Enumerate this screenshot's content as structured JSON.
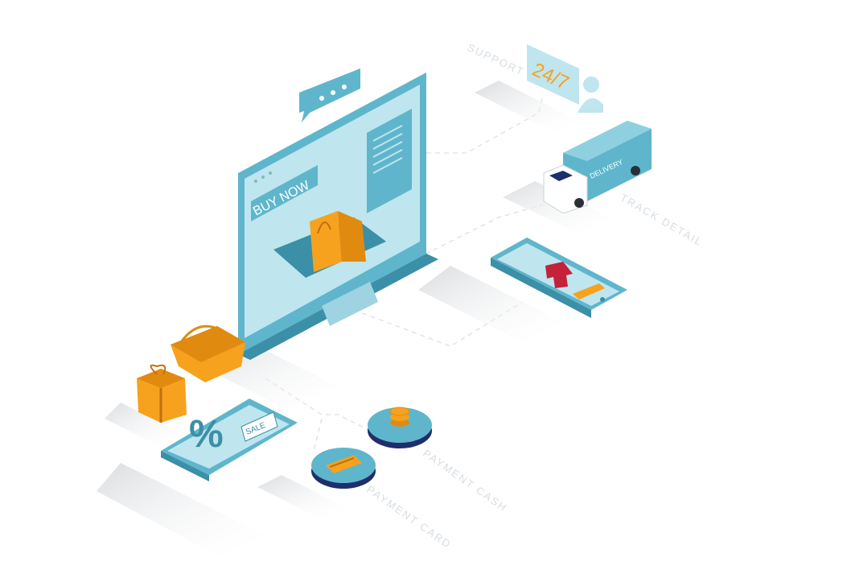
{
  "screen": {
    "buy_now": "BUY NOW"
  },
  "support": {
    "label": "SUPPORT",
    "badge": "24/7"
  },
  "truck": {
    "side_text": "DELIVERY",
    "label": "TRACK DETAIL"
  },
  "phone_sale": {
    "tag": "SALE",
    "percent": "%"
  },
  "payments": {
    "cash_label": "PAYMENT CASH",
    "card_label": "PAYMENT CARD"
  },
  "colors": {
    "teal": "#5fb6cc",
    "teal_light": "#bfe5ef",
    "teal_dark": "#3b8fa6",
    "orange": "#f6a21e",
    "navy": "#1e2f6b",
    "red": "#c4213b",
    "shadow": "#e6e8ea"
  },
  "icons": [
    "chat-bubble-icon",
    "shopping-bag-icon",
    "basket-icon",
    "gift-icon",
    "percent-icon",
    "coin-stack-icon",
    "credit-card-icon",
    "headset-person-icon",
    "arrow-up-icon"
  ]
}
